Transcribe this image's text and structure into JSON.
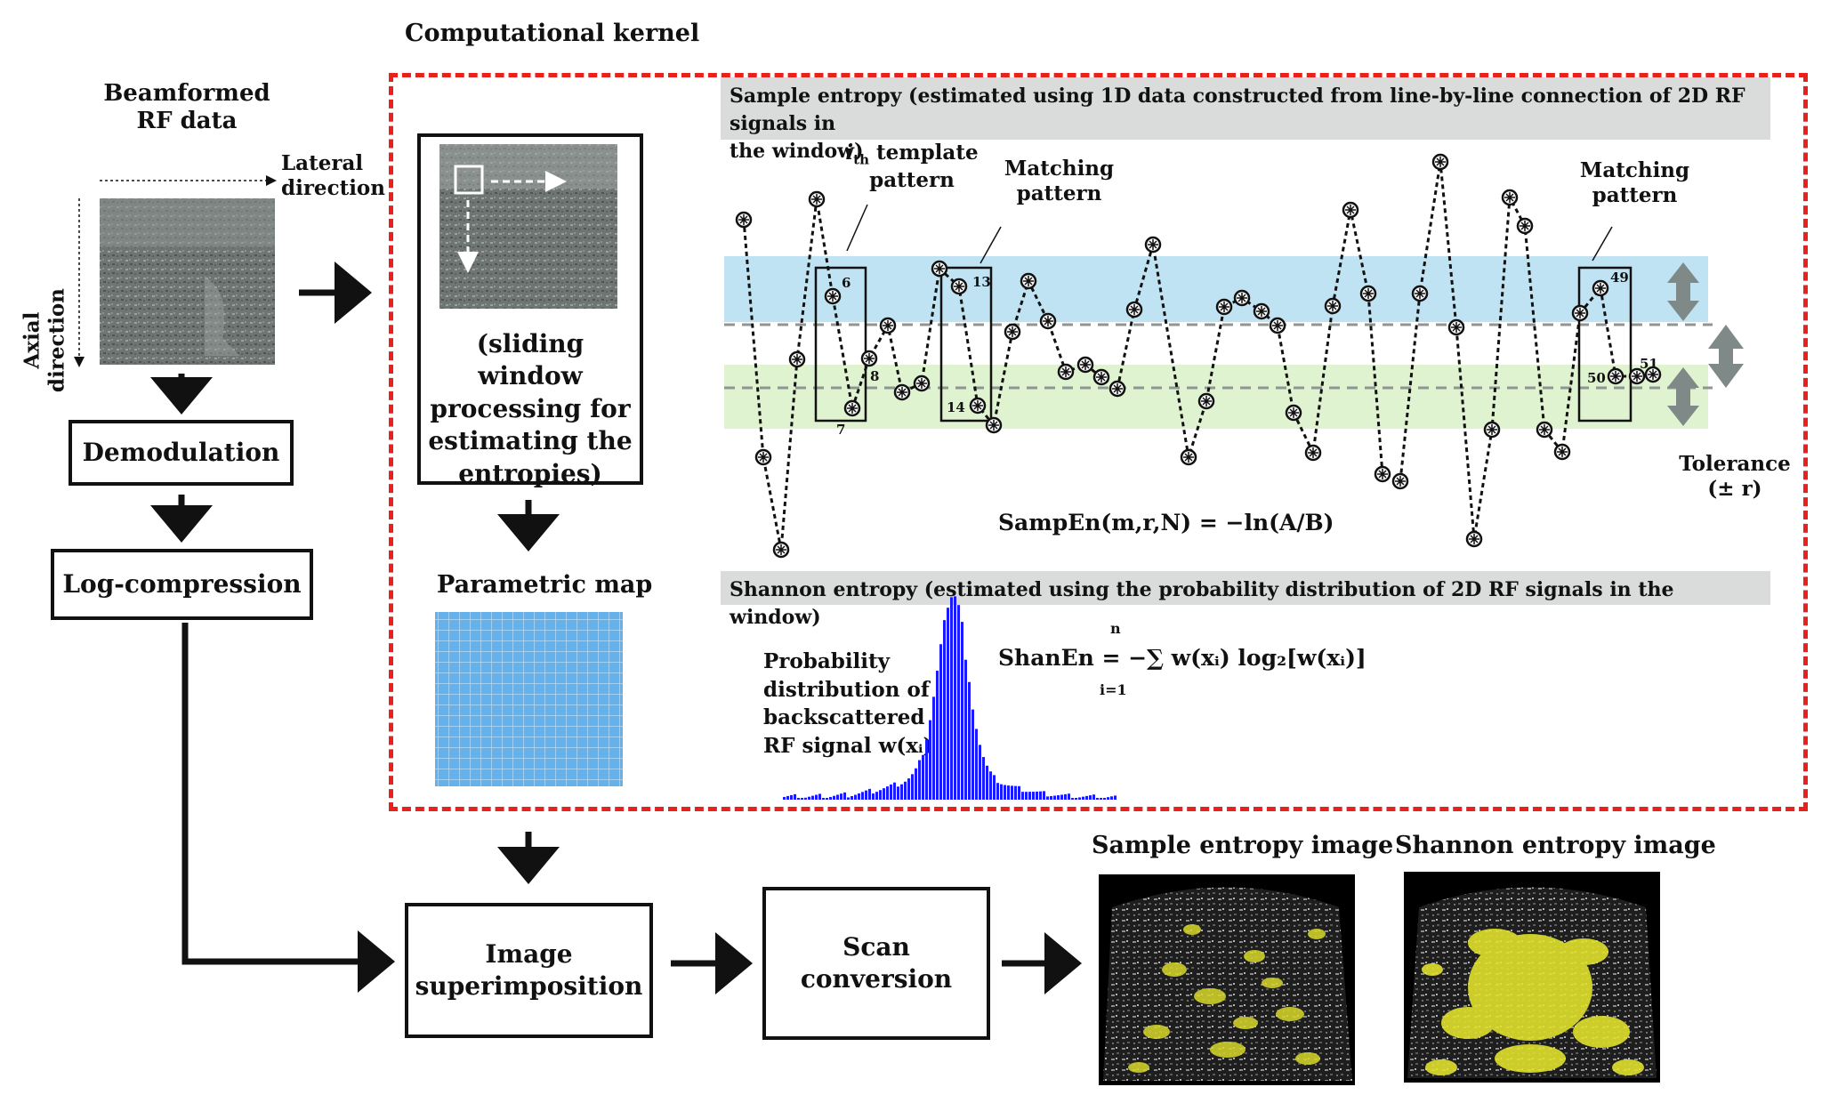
{
  "kernel_title": "Computational kernel",
  "rf": {
    "title_l1": "Beamformed",
    "title_l2": "RF data",
    "lateral_l1": "Lateral",
    "lateral_l2": "direction",
    "axial_l1": "Axial",
    "axial_l2": "direction"
  },
  "pipeline": {
    "demod": "Demodulation",
    "logc": "Log-compression",
    "superimpose_l1": "Image",
    "superimpose_l2": "superimposition",
    "scan": "Scan conversion"
  },
  "window": {
    "caption_l1": "(sliding window",
    "caption_l2": "processing for",
    "caption_l3": "estimating the",
    "caption_l4": "entropies)",
    "param_map": "Parametric map"
  },
  "sampen": {
    "header_l1": "Sample entropy (estimated using 1D data constructed from line-by-line connection of 2D RF signals in",
    "header_l2": "the window)",
    "template_l1a": "i",
    "template_l1b": "th",
    "template_l1c": " template",
    "template_l2": "pattern",
    "match1_l1": "Matching",
    "match1_l2": "pattern",
    "match2_l1": "Matching",
    "match2_l2": "pattern",
    "tolerance_l1": "Tolerance",
    "tolerance_l2": "(± r)",
    "formula": "SampEn(m,r,N) = −ln(A/B)",
    "pt_labels": [
      "6",
      "7",
      "8",
      "13",
      "14",
      "49",
      "50",
      "51"
    ]
  },
  "shannon": {
    "header": "Shannon entropy (estimated using the probability distribution of 2D RF signals in the window)",
    "prob_l1": "Probability",
    "prob_l2": "distribution of",
    "prob_l3": "backscattered",
    "prob_l4": "RF signal w(xᵢ)",
    "formula": "ShanEn = −∑ w(xᵢ) log₂[w(xᵢ)]",
    "sum_top": "n",
    "sum_bottom": "i=1"
  },
  "outputs": {
    "sample_img": "Sample entropy image",
    "shannon_img": "Shannon entropy image"
  },
  "colors": {
    "kernel_border": "#e8211d",
    "upper_band": "#bfe3f3",
    "lower_band": "#dff3d0",
    "histogram": "#1a1aff",
    "tolerance_arrow": "#7f8a88",
    "map_cell": "#64b1eb"
  }
}
